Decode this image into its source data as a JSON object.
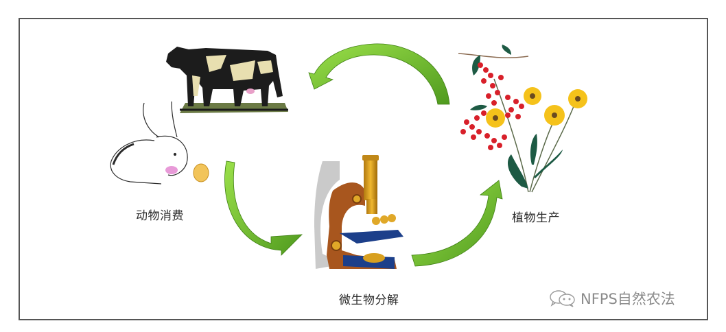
{
  "diagram": {
    "type": "cycle",
    "nodes": [
      {
        "id": "animal",
        "label": "动物消费",
        "illustrations": [
          "cow",
          "rabbit-with-egg"
        ]
      },
      {
        "id": "plant",
        "label": "植物生产",
        "illustrations": [
          "flowering-plant-with-red-berries-and-yellow-daisies"
        ]
      },
      {
        "id": "microbe",
        "label": "微生物分解",
        "illustrations": [
          "microscope"
        ]
      }
    ],
    "edges": [
      {
        "from": "plant",
        "to": "animal",
        "style": "curved-green-arrow"
      },
      {
        "from": "animal",
        "to": "microbe",
        "style": "curved-green-arrow"
      },
      {
        "from": "microbe",
        "to": "plant",
        "style": "curved-green-arrow"
      }
    ],
    "colors": {
      "arrow_light": "#8cd23c",
      "arrow_dark": "#4f9a1e",
      "frame_border": "#555555",
      "label_text": "#2a2a2a"
    }
  },
  "labels": {
    "animal": "动物消费",
    "plant": "植物生产",
    "microbe": "微生物分解"
  },
  "watermark": {
    "icon": "wechat-icon",
    "text": "NFPS自然农法"
  }
}
